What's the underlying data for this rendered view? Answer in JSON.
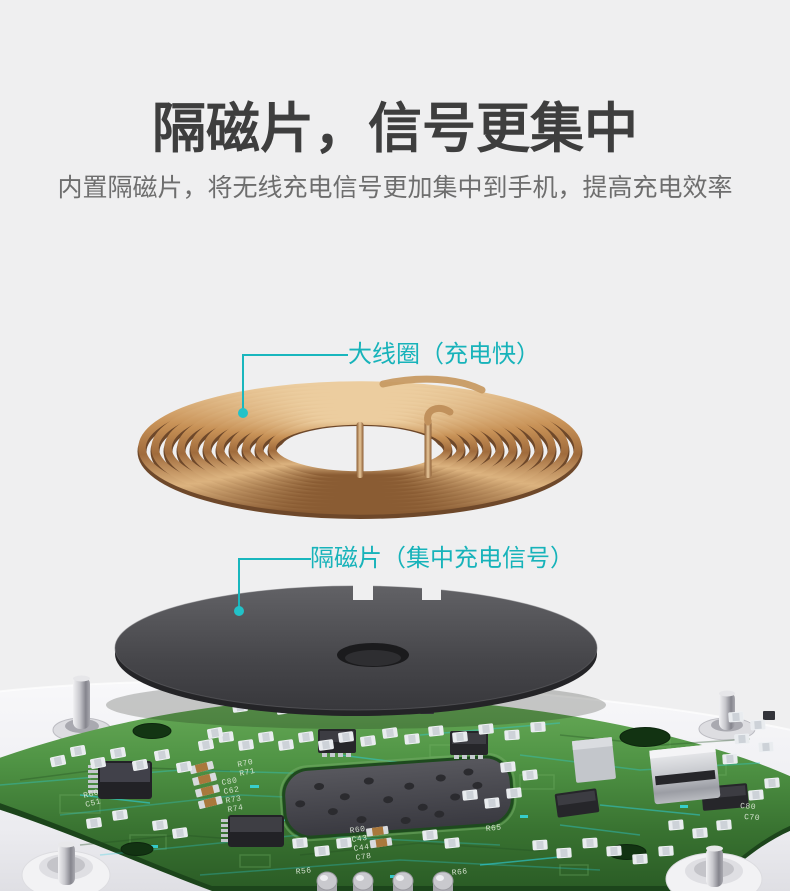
{
  "page": {
    "title": "隔磁片，信号更集中",
    "subtitle": "内置隔磁片，将无线充电信号更加集中到手机，提高充电效率"
  },
  "callouts": {
    "coil_label": "大线圈（充电快）",
    "shield_label": "隔磁片（集中充电信号）"
  },
  "colors": {
    "background": "#efeff0",
    "title_text": "#3e3e3e",
    "subtitle_text": "#6e6e6e",
    "accent_teal": "#17b3ba",
    "copper": "#c89a66",
    "shield_dark": "#46464a",
    "pcb_green": "#4f9344"
  },
  "pcb": {
    "silkscreen": [
      "R70",
      "R71",
      "C80",
      "C62",
      "R73",
      "R74",
      "R60",
      "C51",
      "R60",
      "C43",
      "C44",
      "C78",
      "R65",
      "C80",
      "C70",
      "R56",
      "R66"
    ]
  }
}
